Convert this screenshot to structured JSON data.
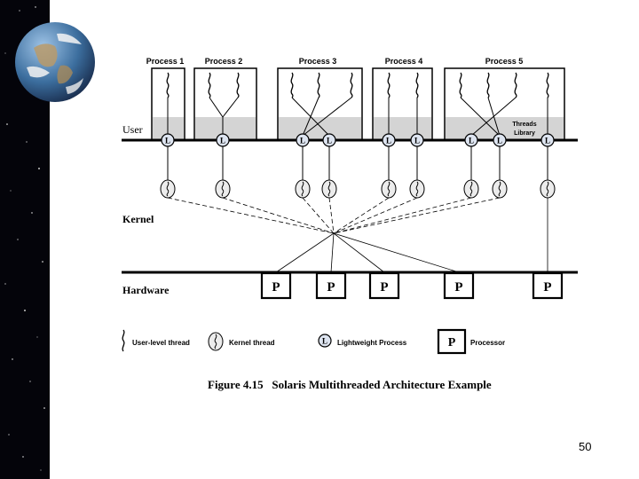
{
  "slide": {
    "number": "50"
  },
  "diagram": {
    "processes": [
      "Process 1",
      "Process 2",
      "Process 3",
      "Process 4",
      "Process 5"
    ],
    "layers": {
      "user": "User",
      "kernel": "Kernel",
      "hardware": "Hardware"
    },
    "threads_library": [
      "Threads",
      "Library"
    ],
    "lwp_symbol": "L",
    "processor_symbol": "P",
    "legend": {
      "user_thread": "User-level thread",
      "kernel_thread": "Kernel thread",
      "lwp": "Lightweight Process",
      "processor": "Processor"
    },
    "caption": "Figure 4.15   Solaris Multithreaded Architecture Example"
  }
}
